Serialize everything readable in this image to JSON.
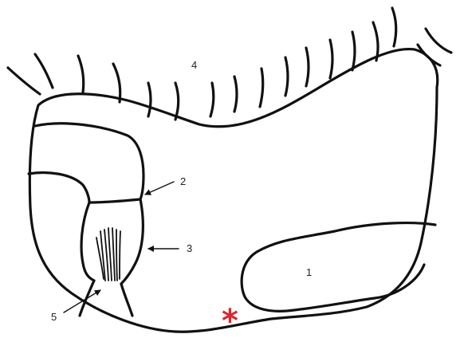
{
  "labels": {
    "l1": "1",
    "l2": "2",
    "l3": "3",
    "l4": "4",
    "l5": "5",
    "asterisk": "*"
  },
  "colors": {
    "line": "#111111",
    "asterisk": "#e0242a",
    "background": "#ffffff"
  }
}
